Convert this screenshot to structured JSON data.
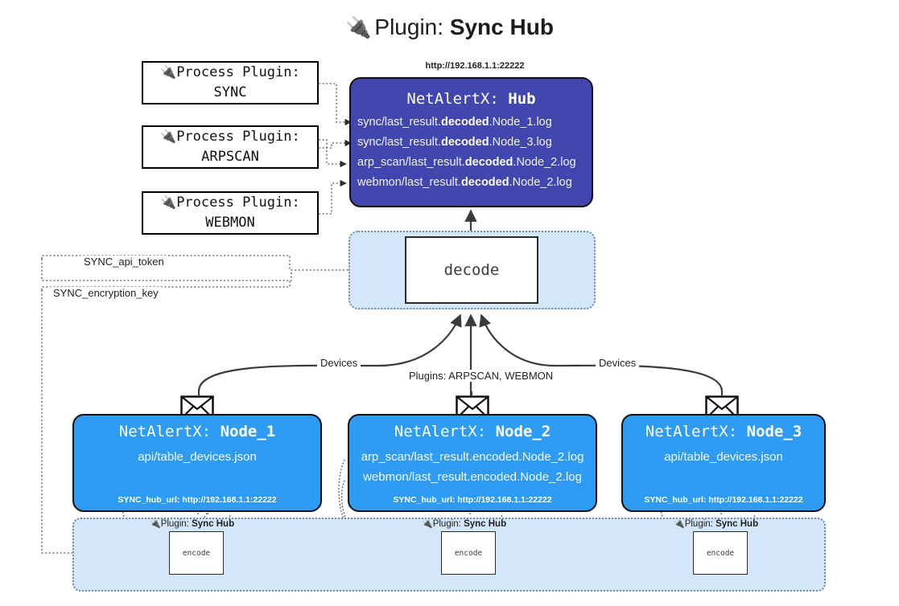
{
  "title": {
    "plug_icon": "plug-icon",
    "prefix": "Plugin: ",
    "name": "Sync Hub"
  },
  "process_plugins": [
    {
      "line1": "Process Plugin:",
      "line2": "SYNC",
      "icon": "plug-icon"
    },
    {
      "line1": "Process Plugin:",
      "line2": "ARPSCAN",
      "icon": "plug-icon"
    },
    {
      "line1": "Process Plugin:",
      "line2": "WEBMON",
      "icon": "plug-icon"
    }
  ],
  "hub": {
    "url": "http://192.168.1.1:22222",
    "title_prefix": "NetAlertX: ",
    "title_name": "Hub",
    "lines": [
      {
        "pre": "sync/last_result.",
        "mid": "decoded",
        "post": ".Node_1.log"
      },
      {
        "pre": "sync/last_result.",
        "mid": "decoded",
        "post": ".Node_3.log"
      },
      {
        "pre": "arp_scan/last_result.",
        "mid": "decoded",
        "post": ".Node_2.log"
      },
      {
        "pre": "webmon/last_result.",
        "mid": "decoded",
        "post": ".Node_2.log"
      }
    ]
  },
  "decode": {
    "label": "decode"
  },
  "settings_edges": {
    "api_token": "SYNC_api_token",
    "encryption_key": "SYNC_encryption_key"
  },
  "flow_labels": {
    "devices_left": "Devices",
    "devices_right": "Devices",
    "plugins_mid": "Plugins: ARPSCAN, WEBMON"
  },
  "nodes": [
    {
      "title_prefix": "NetAlertX: ",
      "title_name": "Node_1",
      "lines": [
        "api/table_devices.json"
      ],
      "footer": "SYNC_hub_url: http://192.168.1.1:22222",
      "envelope_icon": "envelope-icon"
    },
    {
      "title_prefix": "NetAlertX: ",
      "title_name": "Node_2",
      "lines": [
        "arp_scan/last_result.encoded.Node_2.log",
        "webmon/last_result.encoded.Node_2.log"
      ],
      "footer": "SYNC_hub_url: http://192.168.1.1:22222",
      "envelope_icon": "envelope-icon"
    },
    {
      "title_prefix": "NetAlertX: ",
      "title_name": "Node_3",
      "lines": [
        "api/table_devices.json"
      ],
      "footer": "SYNC_hub_url: http://192.168.1.1:22222",
      "envelope_icon": "envelope-icon"
    }
  ],
  "encoders": [
    {
      "plugin_prefix": "Plugin: ",
      "plugin_name": "Sync Hub",
      "label": "encode",
      "icon": "plug-icon"
    },
    {
      "plugin_prefix": "Plugin: ",
      "plugin_name": "Sync Hub",
      "label": "encode",
      "icon": "plug-icon"
    },
    {
      "plugin_prefix": "Plugin: ",
      "plugin_name": "Sync Hub",
      "label": "encode",
      "icon": "plug-icon"
    }
  ],
  "colors": {
    "hub_fill": "#4147ae",
    "node_fill": "#2e9bf4",
    "zone_fill": "#d4e7fa",
    "zone_border": "#6f8ba4",
    "edge": "#3b3b3b"
  }
}
